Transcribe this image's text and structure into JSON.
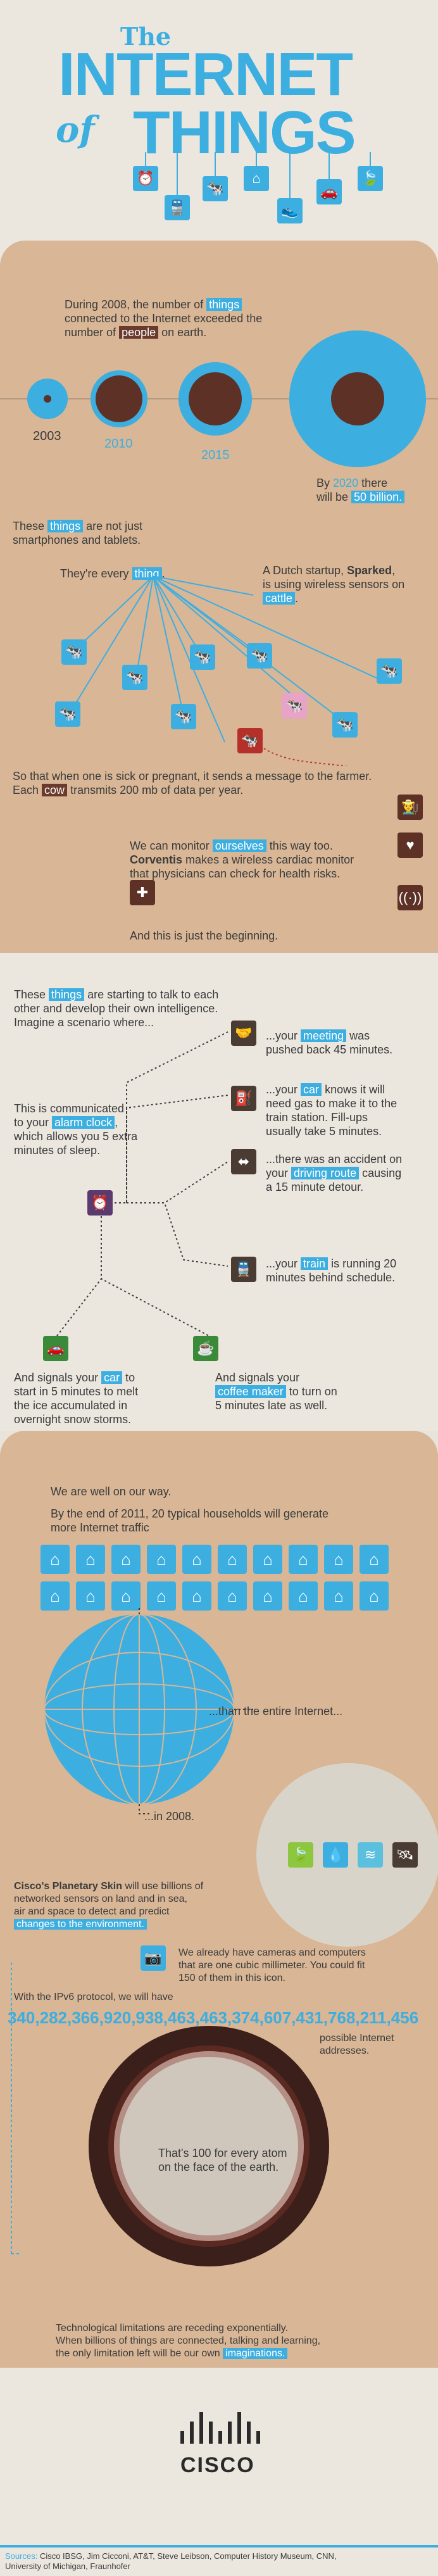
{
  "header": {
    "the": "The",
    "internet": "INTERNET",
    "of": "of",
    "things": "THINGS"
  },
  "intro": {
    "line1": "During 2008, the number of",
    "things": "things",
    "line2": "connected to the Internet exceeded the",
    "line3a": "number of",
    "people": "people",
    "line3b": "on earth."
  },
  "years": {
    "y2003": "2003",
    "y2010": "2010",
    "y2015": "2015",
    "by2020a": "By",
    "by2020b": "2020",
    "by2020c": "there",
    "will_be": "will be",
    "fifty": "50 billion."
  },
  "not_just": {
    "a": "These",
    "things": "things",
    "b": "are not just",
    "c": "smartphones and tablets."
  },
  "every": {
    "a": "They're every",
    "thing": "thing",
    "dot": "."
  },
  "sparked": {
    "line1": "A Dutch startup,",
    "name": "Sparked",
    "line1b": ",",
    "line2": "is using wireless sensors on",
    "cattle": "cattle",
    "dot": "."
  },
  "farmer": {
    "line1": "So that when one is sick or pregnant, it sends a message to the farmer.",
    "line2a": "Each",
    "cow": "cow",
    "line2b": "transmits 200 mb of data per year."
  },
  "corventis": {
    "line1a": "We can monitor",
    "ourselves": "ourselves",
    "line1b": "this way too.",
    "name": "Corventis",
    "line2": "makes a wireless cardiac monitor",
    "line3": "that physicians can check for health risks."
  },
  "beginning": "And this is just the beginning.",
  "talk": {
    "a": "These",
    "things": "things",
    "b": "are starting to talk to each",
    "c": "other and develop their own intelligence.",
    "d": "Imagine a scenario where..."
  },
  "meeting": {
    "a": "...your",
    "meeting": "meeting",
    "b": "was",
    "c": "pushed back 45 minutes."
  },
  "car1": {
    "a": "...your",
    "car": "car",
    "b": "knows it will",
    "c": "need gas to make it to the",
    "d": "train station.  Fill-ups",
    "e": "usually take 5 minutes."
  },
  "route": {
    "a": "...there was an accident on",
    "b": "your",
    "route": "driving route",
    "c": "causing",
    "d": "a 15 minute detour."
  },
  "train": {
    "a": "...your",
    "train": "train",
    "b": "is running 20",
    "c": "minutes behind schedule."
  },
  "alarm": {
    "a": "This is communicated",
    "b": "to your",
    "clock": "alarm clock",
    "c": ",",
    "d": "which allows you 5 extra",
    "e": "minutes of sleep."
  },
  "car2": {
    "a": "And signals your",
    "car": "car",
    "b": "to",
    "c": "start in 5 minutes to melt",
    "d": "the ice accumulated in",
    "e": "overnight snow storms."
  },
  "coffee": {
    "a": "And signals your",
    "coffee": "coffee maker",
    "b": "to turn on",
    "c": "5 minutes late as well."
  },
  "well": {
    "a": "We are well on our way.",
    "b": "By the end of 2011, 20 typical households will generate",
    "c": "more Internet traffic"
  },
  "entire": "...than the entire Internet...",
  "in2008": "...in 2008.",
  "skin": {
    "name": "Cisco's Planetary Skin",
    "a": "will use billions of",
    "b": "networked sensors on land and in sea,",
    "c": "air and space to detect and predict",
    "changes": "changes to the environment."
  },
  "camera": {
    "a": "We already have cameras and computers",
    "b": "that are one cubic millimeter. You could fit",
    "c": "150 of them in this icon."
  },
  "ipv6": {
    "a": "With the IPv6 protocol, we will have",
    "number": "340,282,366,920,938,463,463,374,607,431,768,211,456",
    "b": "possible Internet",
    "c": "addresses."
  },
  "atom": {
    "a": "That's 100 for every atom",
    "b": "on the face of the earth."
  },
  "limits": {
    "a": "Technological limitations are receding exponentially.",
    "b": "When billions of things are connected, talking and learning,",
    "c": "the only limitation left will be our own",
    "imaginations": "imaginations."
  },
  "brand": "CISCO",
  "sources": {
    "label": "Sources:",
    "a": "Cisco IBSG,  Jim Cicconi,  AT&T,  Steve Leibson, Computer History Museum, CNN,",
    "b": "University of Michigan, Fraunhofer"
  },
  "colors": {
    "accent": "#3daee0",
    "brown": "#5e3126",
    "tan": "#d8b696",
    "green": "#3b8a3a"
  }
}
